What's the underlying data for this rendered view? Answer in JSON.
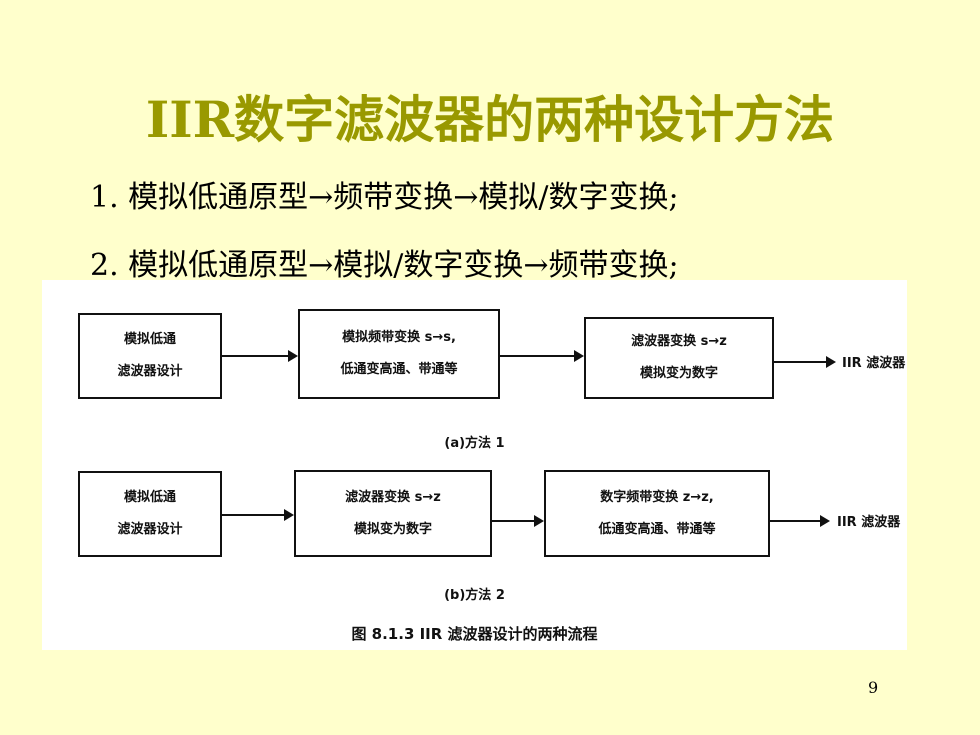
{
  "slide": {
    "title": "IIR数字滤波器的两种设计方法",
    "lines": [
      "1. 模拟低通原型→频带变换→模拟/数字变换;",
      "2. 模拟低通原型→模拟/数字变换→频带变换;"
    ],
    "page_number": "9"
  },
  "figure": {
    "method1": {
      "boxes": [
        [
          "模拟低通",
          "滤波器设计"
        ],
        [
          "模拟频带变换 s→s,",
          "低通变高通、带通等"
        ],
        [
          "滤波器变换 s→z",
          "模拟变为数字"
        ]
      ],
      "output": "IIR 滤波器",
      "caption": "(a)方法 1"
    },
    "method2": {
      "boxes": [
        [
          "模拟低通",
          "滤波器设计"
        ],
        [
          "滤波器变换 s→z",
          "模拟变为数字"
        ],
        [
          "数字频带变换 z→z,",
          "低通变高通、带通等"
        ]
      ],
      "output": "IIR 滤波器",
      "caption": "(b)方法 2"
    },
    "caption": "图 8.1.3  IIR 滤波器设计的两种流程"
  }
}
